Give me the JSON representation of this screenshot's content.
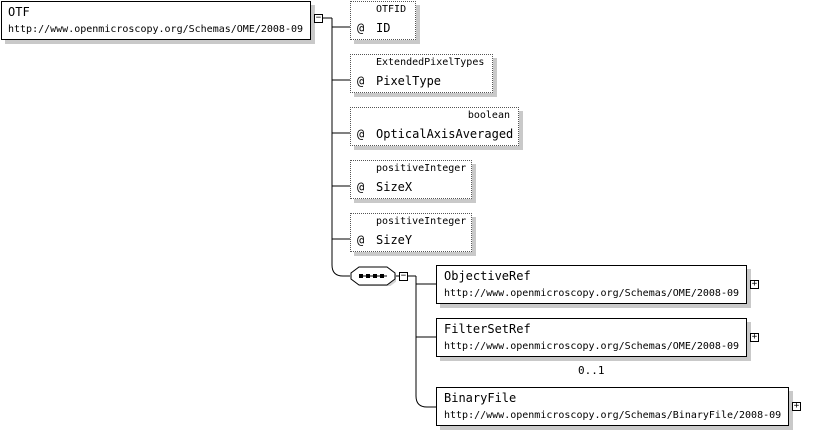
{
  "root": {
    "name": "OTF",
    "namespace": "http://www.openmicroscopy.org/Schemas/OME/2008-09"
  },
  "attributes": [
    {
      "type": "OTFID",
      "name": "ID"
    },
    {
      "type": "ExtendedPixelTypes",
      "name": "PixelType"
    },
    {
      "type": "boolean",
      "name": "OpticalAxisAveraged"
    },
    {
      "type": "positiveInteger",
      "name": "SizeX"
    },
    {
      "type": "positiveInteger",
      "name": "SizeY"
    }
  ],
  "attribute_marker": "@",
  "sequence_elements": [
    {
      "name": "ObjectiveRef",
      "namespace": "http://www.openmicroscopy.org/Schemas/OME/2008-09"
    },
    {
      "name": "FilterSetRef",
      "namespace": "http://www.openmicroscopy.org/Schemas/OME/2008-09",
      "occurrence": "0..1"
    },
    {
      "name": "BinaryFile",
      "namespace": "http://www.openmicroscopy.org/Schemas/BinaryFile/2008-09"
    }
  ],
  "toggles": {
    "collapse": "−",
    "expand": "+"
  },
  "icons": {
    "collapse": "collapse-minus-icon",
    "expand": "expand-plus-icon",
    "sequence": "sequence-compositor-icon"
  }
}
